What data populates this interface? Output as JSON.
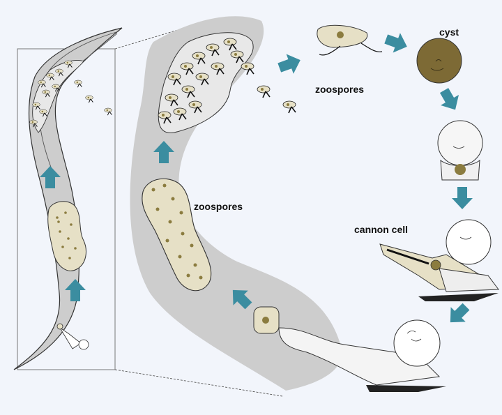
{
  "labels": {
    "cyst": "cyst",
    "zoospores_top": "zoospores",
    "zoospores_mid": "zoospores",
    "cannon_cell": "cannon cell"
  },
  "colors": {
    "background": "#f2f5fb",
    "nematode_body": "#cdcdcd",
    "sporangium_fill": "#e6e0c6",
    "arrow_teal": "#3b8da0",
    "cyst_brown": "#7d6a35",
    "nucleus_olive": "#8b7c3f"
  },
  "icons": [
    "flow-arrow-icon",
    "zoospore-icon",
    "cyst-icon",
    "cannon-cell-icon",
    "nematode-icon"
  ]
}
